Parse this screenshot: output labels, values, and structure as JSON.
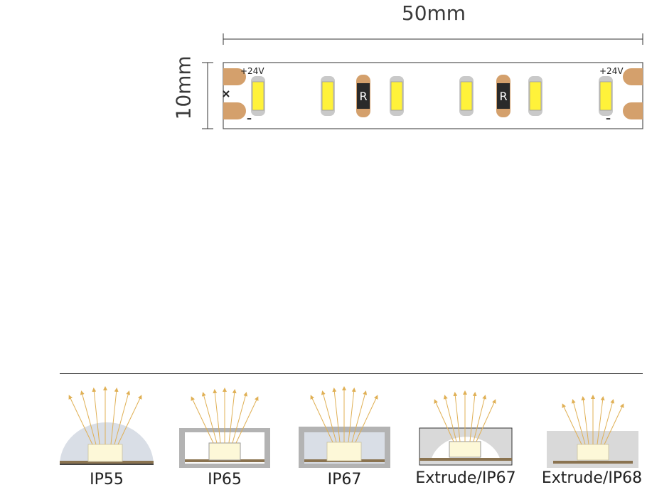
{
  "dimensions": {
    "width_label": "50mm",
    "height_label": "10mm"
  },
  "strip": {
    "voltage_label_left": "+24V",
    "voltage_label_right": "+24V",
    "minus_label_left": "–",
    "minus_label_right": "–",
    "resistor_label_1": "R",
    "resistor_label_2": "R",
    "colors": {
      "pad": "#d4a06c",
      "led": "#fff23a",
      "resistor": "#2a2a2a",
      "outline": "#555555"
    }
  },
  "protection_types": [
    {
      "label": "IP55"
    },
    {
      "label": "IP65"
    },
    {
      "label": "IP67"
    },
    {
      "label": "Extrude/IP67"
    },
    {
      "label": "Extrude/IP68"
    }
  ],
  "colors": {
    "light_rays": "#e0b055",
    "led_chip": "#fdf8d8",
    "silicone": "#d9dee6",
    "channel": "#b3b3b3"
  }
}
